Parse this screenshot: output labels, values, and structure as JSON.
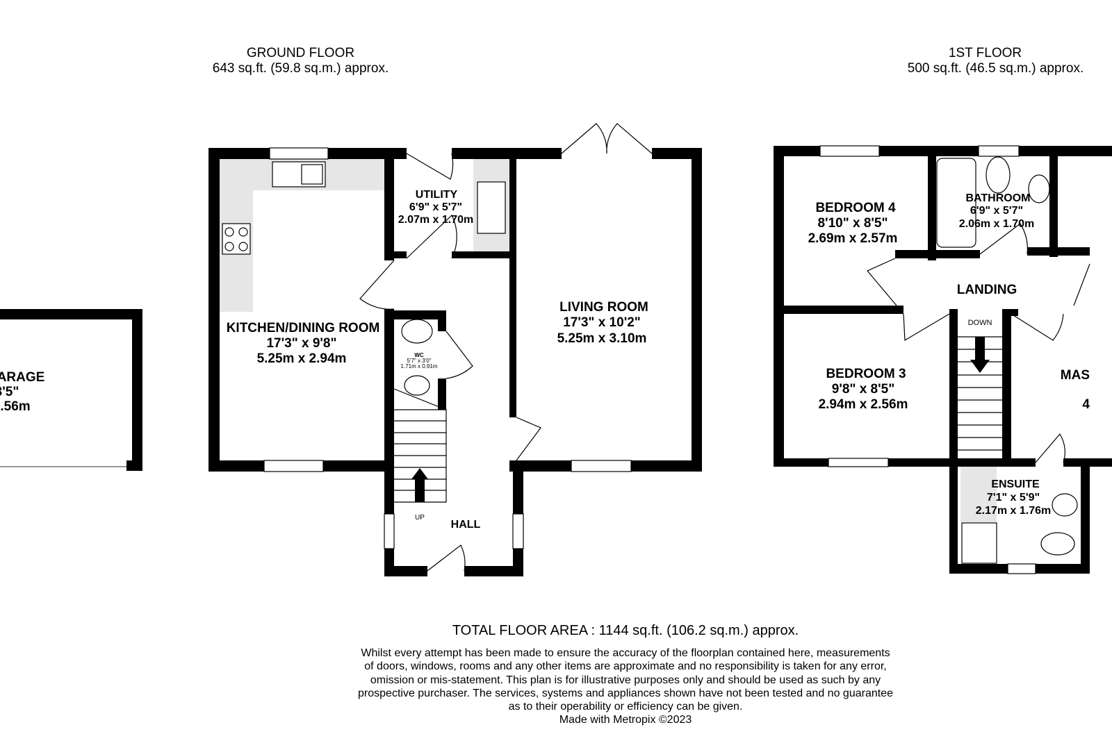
{
  "ground_floor": {
    "title": "GROUND FLOOR",
    "area": "643 sq.ft. (59.8 sq.m.) approx."
  },
  "first_floor": {
    "title": "1ST FLOOR",
    "area": "500 sq.ft. (46.5 sq.m.) approx."
  },
  "rooms": {
    "garage": {
      "name": "ARAGE",
      "imperial": "3'5\"",
      "metric": ".56m"
    },
    "kitchen": {
      "name": "KITCHEN/DINING ROOM",
      "imperial": "17'3\"  x 9'8\"",
      "metric": "5.25m  x 2.94m"
    },
    "utility": {
      "name": "UTILITY",
      "imperial": "6'9\"  x 5'7\"",
      "metric": "2.07m  x 1.70m"
    },
    "living": {
      "name": "LIVING ROOM",
      "imperial": "17'3\"  x 10'2\"",
      "metric": "5.25m  x 3.10m"
    },
    "wc": {
      "name": "WC",
      "imperial": "5'7\"  x 3'0\"",
      "metric": "1.71m  x 0.91m"
    },
    "hall": {
      "name": "HALL"
    },
    "stairs_up": "UP",
    "bedroom4": {
      "name": "BEDROOM 4",
      "imperial": "8'10\"  x 8'5\"",
      "metric": "2.69m  x 2.57m"
    },
    "bathroom": {
      "name": "BATHROOM",
      "imperial": "6'9\"  x 5'7\"",
      "metric": "2.06m  x 1.70m"
    },
    "landing": {
      "name": "LANDING"
    },
    "stairs_down": "DOWN",
    "bedroom3": {
      "name": "BEDROOM 3",
      "imperial": "9'8\"  x 8'5\"",
      "metric": "2.94m  x 2.56m"
    },
    "master": {
      "name": "MAS",
      "metric": "4"
    },
    "ensuite": {
      "name": "ENSUITE",
      "imperial": "7'1\"  x 5'9\"",
      "metric": "2.17m  x 1.76m"
    }
  },
  "footer": {
    "total": "TOTAL FLOOR AREA : 1144 sq.ft. (106.2 sq.m.) approx.",
    "disclaimer": [
      "Whilst every attempt has been made to ensure the accuracy of the floorplan contained here, measurements",
      "of doors, windows, rooms and any other items are approximate and no responsibility is taken for any error,",
      "omission or mis-statement. This plan is for illustrative purposes only and should be used as such by any",
      "prospective purchaser. The services, systems and appliances shown have not been tested and no guarantee",
      "as to their operability or efficiency can be given."
    ],
    "credit": "Made with Metropix ©2023"
  },
  "colors": {
    "wall": "#000000",
    "fitted_units": "#e6e6e6"
  }
}
